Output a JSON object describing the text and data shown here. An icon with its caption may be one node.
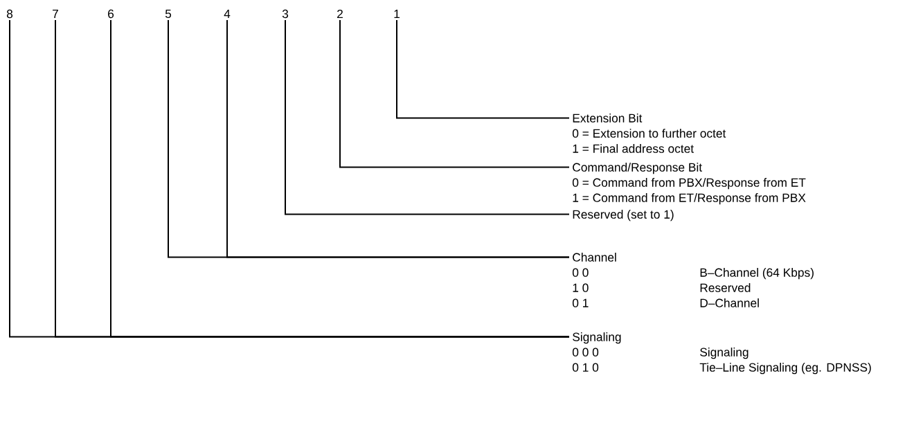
{
  "diagram": {
    "nodes": [
      {
        "text": [
          "8"
        ]
      },
      {
        "text": [
          "7"
        ]
      },
      {
        "text": [
          "6"
        ]
      },
      {
        "text": [
          "5"
        ]
      },
      {
        "text": [
          "4"
        ]
      },
      {
        "text": [
          "3"
        ]
      },
      {
        "text": [
          "2"
        ]
      },
      {
        "text": [
          "1"
        ]
      },
      {
        "text": [
          "Extension Bit",
          "0 = Extension to further octet",
          "1 = Final address octet"
        ]
      },
      {
        "text": [
          "Command/Response Bit",
          "0 = Command from PBX/Response from ET",
          "1 = Command from ET/Response from PBX"
        ]
      },
      {
        "text": [
          "Reserved (set to 1)"
        ]
      },
      {
        "text": [
          "Channel",
          "0 0",
          "B–Channel (64 Kbps)",
          "1 0",
          "Reserved",
          "0 1",
          "D–Channel"
        ]
      },
      {
        "text": [
          "Signaling",
          "0 0 0",
          "Signaling",
          "0 1 0",
          "Tie–Line Signaling (eg. DPNSS)"
        ]
      }
    ],
    "edges": [
      {
        "from": 7,
        "to": 8,
        "arrow": "none"
      },
      {
        "from": 6,
        "to": 9,
        "arrow": "none"
      },
      {
        "from": 5,
        "to": 10,
        "arrow": "none"
      },
      {
        "from": 4,
        "to": 11,
        "arrow": "none"
      },
      {
        "from": 3,
        "to": 11,
        "arrow": "none"
      },
      {
        "from": 2,
        "to": 12,
        "arrow": "none"
      },
      {
        "from": 1,
        "to": 12,
        "arrow": "none"
      },
      {
        "from": 0,
        "to": 12,
        "arrow": "none"
      }
    ]
  }
}
